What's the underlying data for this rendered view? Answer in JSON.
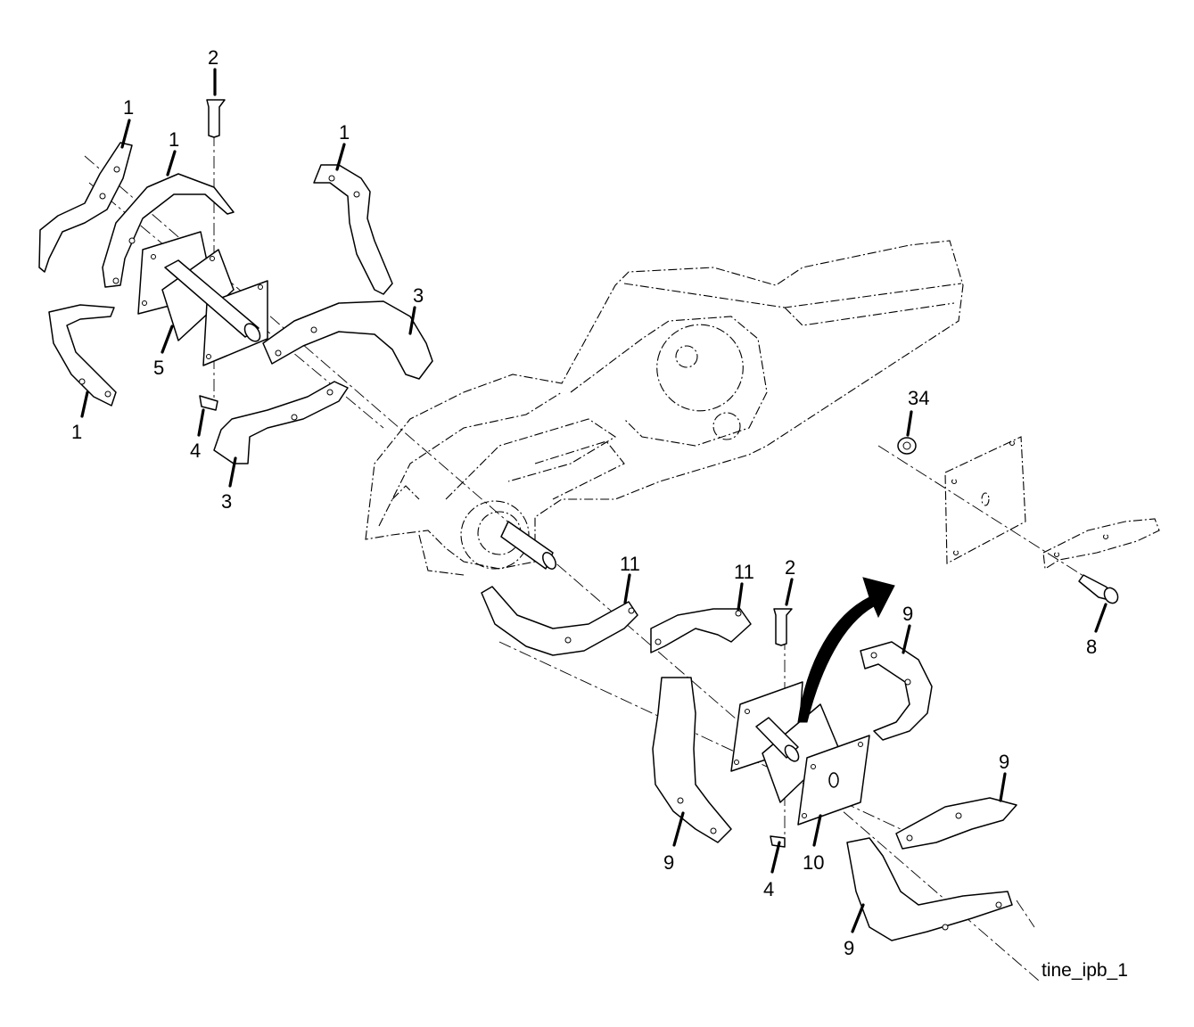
{
  "callouts": {
    "c1": "1",
    "c2": "1",
    "c3": "1",
    "c4": "1",
    "c5": "2",
    "c6": "3",
    "c7": "3",
    "c8": "4",
    "c9": "5",
    "c10": "34",
    "c11": "8",
    "c12": "11",
    "c13": "11",
    "c14": "2",
    "c15": "9",
    "c16": "9",
    "c17": "9",
    "c18": "9",
    "c19": "10",
    "c20": "4"
  },
  "caption": "tine_ipb_1",
  "colors": {
    "line": "#000000",
    "background": "#ffffff"
  }
}
